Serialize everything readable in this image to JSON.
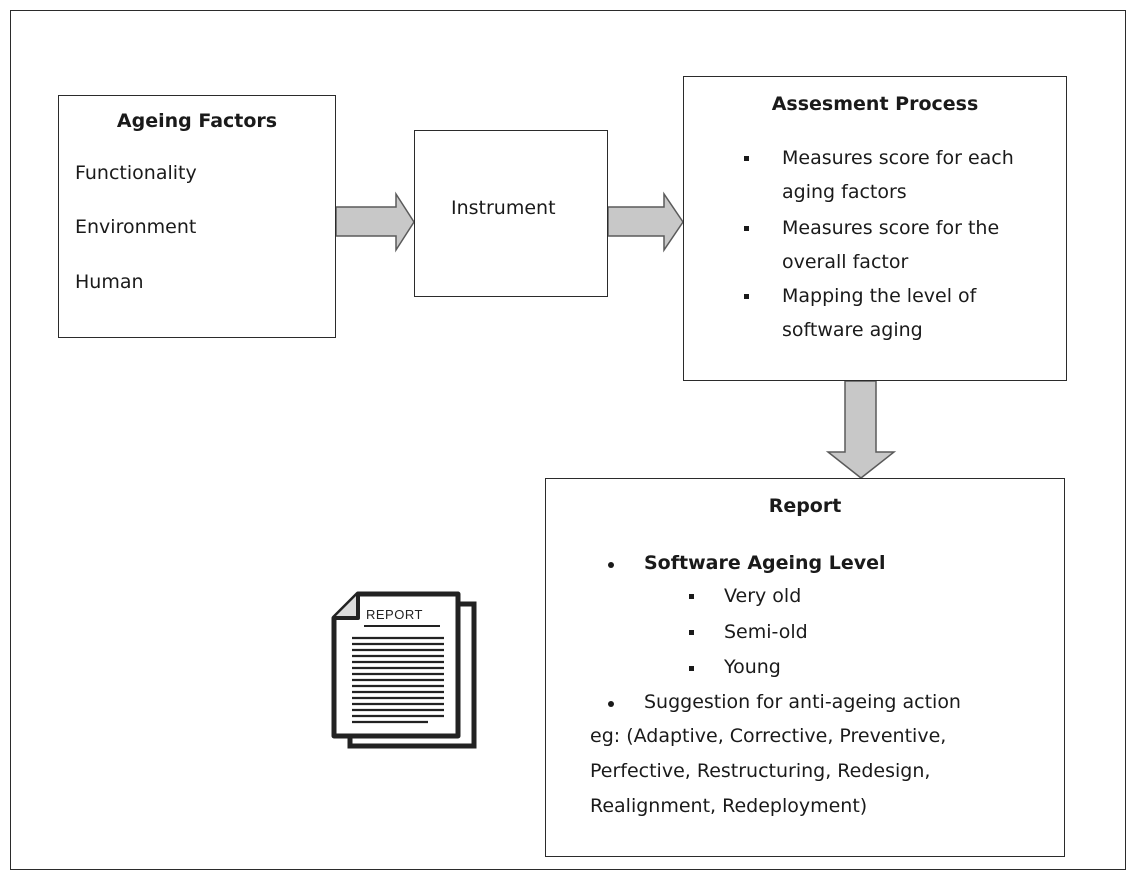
{
  "ageing_factors": {
    "title": "Ageing Factors",
    "items": [
      "Functionality",
      "Environment",
      "Human"
    ]
  },
  "instrument": {
    "label": "Instrument"
  },
  "assessment": {
    "title": "Assesment Process",
    "bullets": [
      [
        "Measures score  for each",
        "aging factors"
      ],
      [
        "Measures score for the",
        "overall factor"
      ],
      [
        "Mapping the level of",
        "software aging"
      ]
    ]
  },
  "report": {
    "title": "Report",
    "level_heading": "Software  Ageing Level",
    "levels": [
      "Very old",
      "Semi-old",
      "Young"
    ],
    "suggestion_lines": [
      "Suggestion for anti-ageing action",
      "eg: (Adaptive, Corrective, Preventive,",
      "Perfective, Restructuring, Redesign,",
      "Realignment, Redeployment)"
    ]
  },
  "report_icon": {
    "label": "REPORT",
    "icon": "report-document-icon"
  }
}
